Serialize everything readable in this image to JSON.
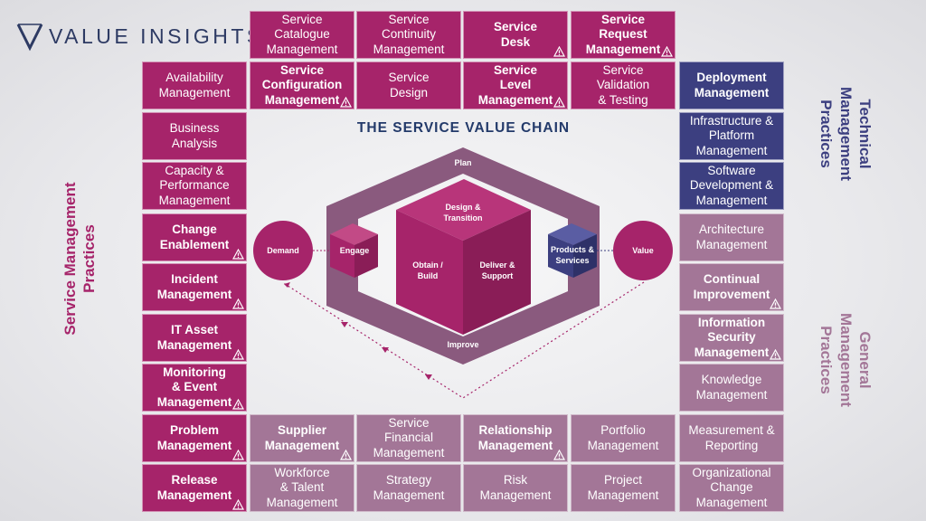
{
  "logo": {
    "text": "VALUE INSIGHTS"
  },
  "diagram_title": "THE SERVICE VALUE CHAIN",
  "side_titles": {
    "service": "Service Management\nPractices",
    "technical": "Technical Management\nPractices",
    "general": "General Management\nPractices"
  },
  "value_chain": {
    "plan": "Plan",
    "improve": "Improve",
    "engage": "Engage",
    "design_transition": "Design &\nTransition",
    "obtain_build": "Obtain /\nBuild",
    "deliver_support": "Deliver &\nSupport",
    "products_services": "Products &\nServices",
    "demand": "Demand",
    "value": "Value"
  },
  "top_row": [
    {
      "label": "Service\nCatalogue\nManagement",
      "bold": false,
      "warning": false
    },
    {
      "label": "Service\nContinuity\nManagement",
      "bold": false,
      "warning": false
    },
    {
      "label": "Service\nDesk",
      "bold": true,
      "warning": true
    },
    {
      "label": "Service\nRequest\nManagement",
      "bold": true,
      "warning": true
    }
  ],
  "second_row": [
    {
      "label": "Service\nConfiguration\nManagement",
      "bold": true,
      "warning": true
    },
    {
      "label": "Service\nDesign",
      "bold": false,
      "warning": false
    },
    {
      "label": "Service\nLevel\nManagement",
      "bold": true,
      "warning": true
    },
    {
      "label": "Service\nValidation\n& Testing",
      "bold": false,
      "warning": false
    }
  ],
  "left_column": [
    {
      "label": "Availability\nManagement",
      "bold": false,
      "warning": false
    },
    {
      "label": "Business\nAnalysis",
      "bold": false,
      "warning": false
    },
    {
      "label": "Capacity &\nPerformance\nManagement",
      "bold": false,
      "warning": false
    },
    {
      "label": "Change\nEnablement",
      "bold": true,
      "warning": true
    },
    {
      "label": "Incident\nManagement",
      "bold": true,
      "warning": true
    },
    {
      "label": "IT Asset\nManagement",
      "bold": true,
      "warning": true
    },
    {
      "label": "Monitoring\n& Event\nManagement",
      "bold": true,
      "warning": true
    },
    {
      "label": "Problem\nManagement",
      "bold": true,
      "warning": true
    },
    {
      "label": "Release\nManagement",
      "bold": true,
      "warning": true
    }
  ],
  "tech_column": [
    {
      "label": "Deployment\nManagement",
      "bold": true,
      "warning": false
    },
    {
      "label": "Infrastructure &\nPlatform\nManagement",
      "bold": false,
      "warning": false
    },
    {
      "label": "Software\nDevelopment &\nManagement",
      "bold": false,
      "warning": false
    }
  ],
  "general_column": [
    {
      "label": "Architecture\nManagement",
      "bold": false,
      "warning": false
    },
    {
      "label": "Continual\nImprovement",
      "bold": true,
      "warning": true
    },
    {
      "label": "Information\nSecurity\nManagement",
      "bold": true,
      "warning": true
    },
    {
      "label": "Knowledge\nManagement",
      "bold": false,
      "warning": false
    },
    {
      "label": "Measurement &\nReporting",
      "bold": false,
      "warning": false
    },
    {
      "label": "Organizational\nChange\nManagement",
      "bold": false,
      "warning": false
    }
  ],
  "bottom_row_1": [
    {
      "label": "Supplier\nManagement",
      "bold": true,
      "warning": true
    },
    {
      "label": "Service\nFinancial\nManagement",
      "bold": false,
      "warning": false
    },
    {
      "label": "Relationship\nManagement",
      "bold": true,
      "warning": true
    },
    {
      "label": "Portfolio\nManagement",
      "bold": false,
      "warning": false
    }
  ],
  "bottom_row_2": [
    {
      "label": "Workforce\n& Talent\nManagement",
      "bold": false,
      "warning": false
    },
    {
      "label": "Strategy\nManagement",
      "bold": false,
      "warning": false
    },
    {
      "label": "Risk\nManagement",
      "bold": false,
      "warning": false
    },
    {
      "label": "Project\nManagement",
      "bold": false,
      "warning": false
    }
  ],
  "colors": {
    "service": "#a6246a",
    "technical": "#3c3f80",
    "general": "#a37697",
    "title_blue": "#233a6a"
  }
}
